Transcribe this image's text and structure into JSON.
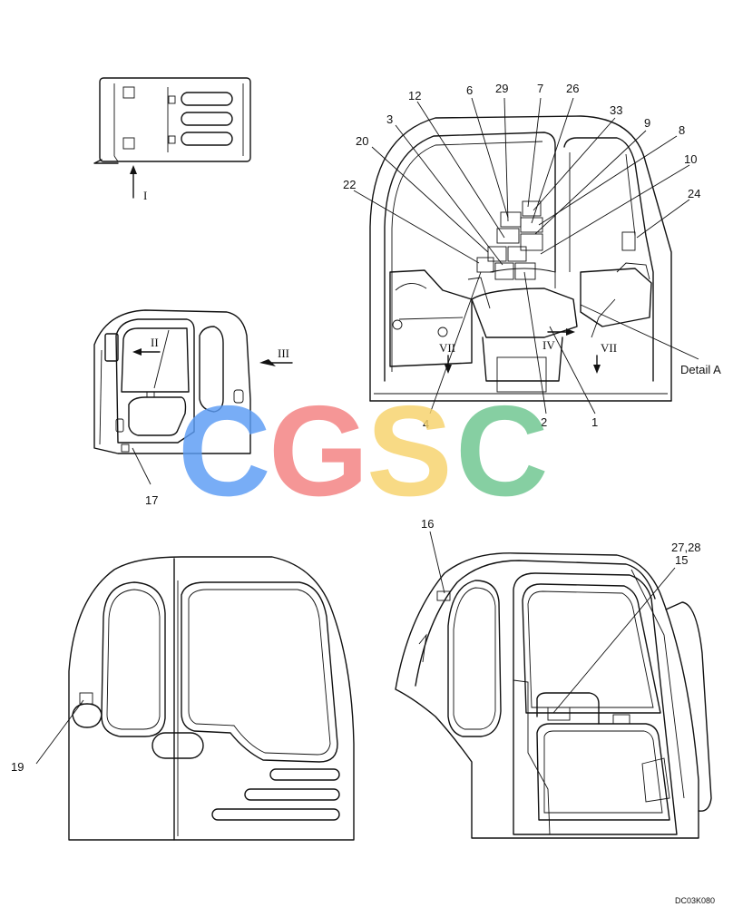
{
  "watermark": {
    "letters": [
      {
        "char": "C",
        "color": "#5b9cf5"
      },
      {
        "char": "G",
        "color": "#f37f7f"
      },
      {
        "char": "S",
        "color": "#f7d36b"
      },
      {
        "char": "C",
        "color": "#6cc58e"
      }
    ]
  },
  "roman_labels": {
    "i": "I",
    "ii": "II",
    "iii": "III",
    "iv": "IV",
    "vii": "VII"
  },
  "callouts": {
    "c1": "1",
    "c2": "2",
    "c3": "3",
    "c4": "4",
    "c6": "6",
    "c7": "7",
    "c8": "8",
    "c9": "9",
    "c10": "10",
    "c12": "12",
    "c15": "15",
    "c16": "16",
    "c17": "17",
    "c19": "19",
    "c20": "20",
    "c22": "22",
    "c24": "24",
    "c26": "26",
    "c27_28": "27,28",
    "c29": "29",
    "c33": "33",
    "detail_a": "Detail A"
  },
  "drawing_code": "DC03K080"
}
